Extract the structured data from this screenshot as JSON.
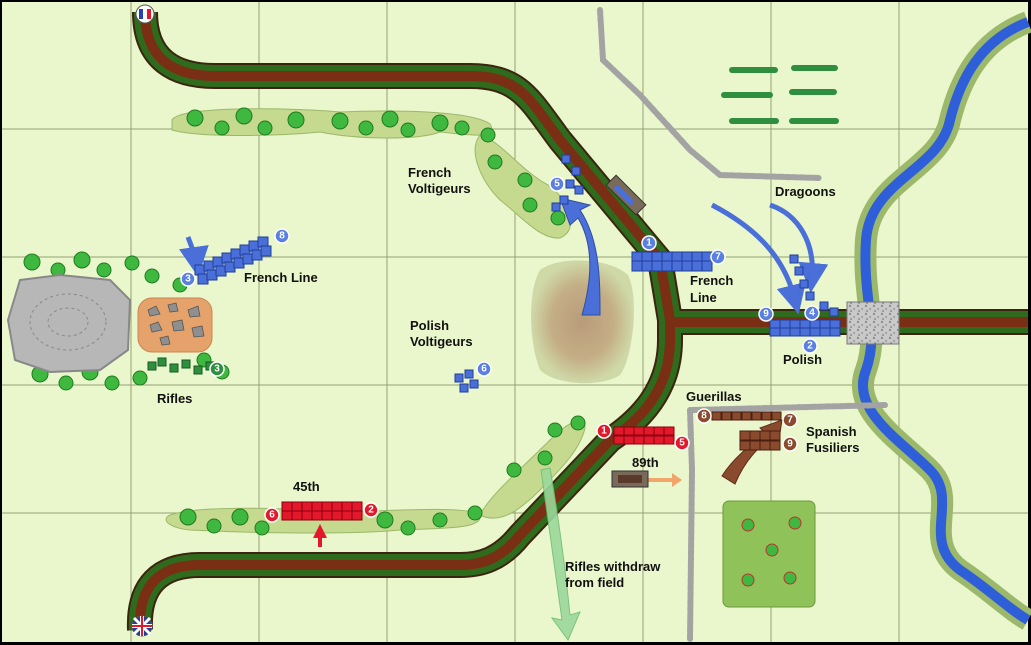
{
  "colors": {
    "grass": "#EAF6CB",
    "grid": "#5A6A3A",
    "road_brown": "#7A2E14",
    "road_green": "#2F6B1C",
    "french_blue": "#4A6FD8",
    "british_red": "#E3192B",
    "spanish_brown": "#8A4A2E",
    "rifles_green": "#2F8F3F",
    "river": "#2E5FD8",
    "river_bank": "#9BB86B"
  },
  "labels": {
    "french_voltigeurs": [
      "French",
      "Voltigeurs"
    ],
    "french_line_west": "French Line",
    "french_line_east": [
      "French",
      "Line"
    ],
    "dragoons": "Dragoons",
    "polish_voltigeurs": [
      "Polish",
      "Voltigeurs"
    ],
    "polish": "Polish",
    "rifles": "Rifles",
    "guerillas": "Guerillas",
    "spanish_fusiliers": [
      "Spanish",
      "Fusiliers"
    ],
    "unit_45th": "45th",
    "unit_89th": "89th",
    "rifles_withdraw": [
      "Rifles withdraw",
      "from field"
    ]
  },
  "badges": {
    "b8": "8",
    "b3": "3",
    "b5": "5",
    "b1": "1",
    "b7": "7",
    "b9": "9",
    "b4": "4",
    "b2": "2",
    "b6": "6",
    "r1": "1",
    "r5": "5",
    "r6": "6",
    "r2": "2",
    "g3": "3",
    "s8": "8",
    "s7": "7",
    "s9": "9"
  },
  "icons": {
    "french_flag": "french-flag-icon",
    "british_flag": "union-jack-icon"
  }
}
